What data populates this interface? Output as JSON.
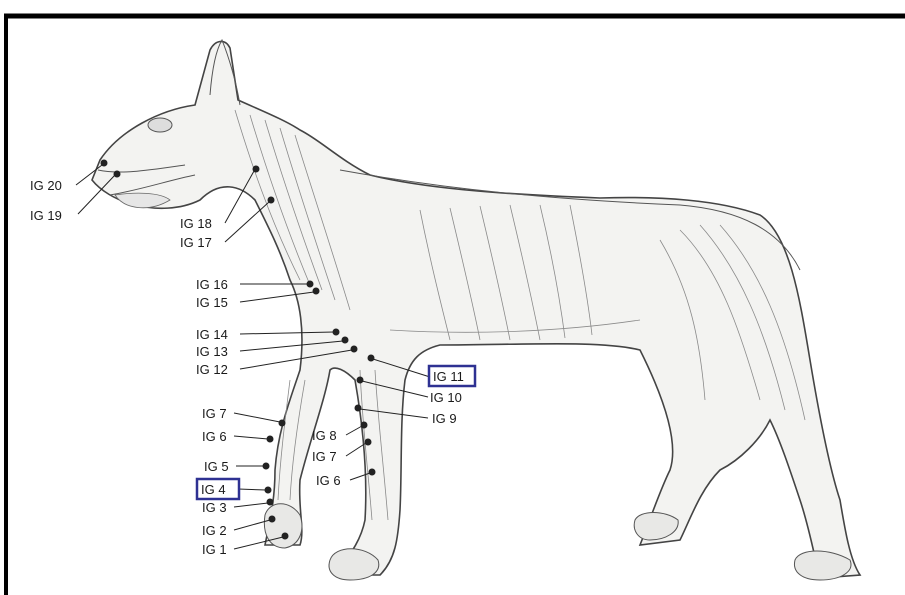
{
  "labels": {
    "ig20": "IG 20",
    "ig19": "IG 19",
    "ig18": "IG 18",
    "ig17": "IG 17",
    "ig16": "IG 16",
    "ig15": "IG 15",
    "ig14": "IG 14",
    "ig13": "IG 13",
    "ig12": "IG 12",
    "ig11": "IG 11",
    "ig10": "IG 10",
    "ig9": "IG 9",
    "ig8_right": "IG 8",
    "ig7_right": "IG 7",
    "ig6_right": "IG 6",
    "ig7_left": "IG 7",
    "ig6_left": "IG 6",
    "ig5": "IG 5",
    "ig4": "IG 4",
    "ig3": "IG 3",
    "ig2": "IG 2",
    "ig1": "IG 1"
  },
  "highlighted": [
    "IG 11",
    "IG 4"
  ],
  "colors": {
    "highlight_box": "#2e3192",
    "frame": "#000000",
    "points": "#222222"
  }
}
